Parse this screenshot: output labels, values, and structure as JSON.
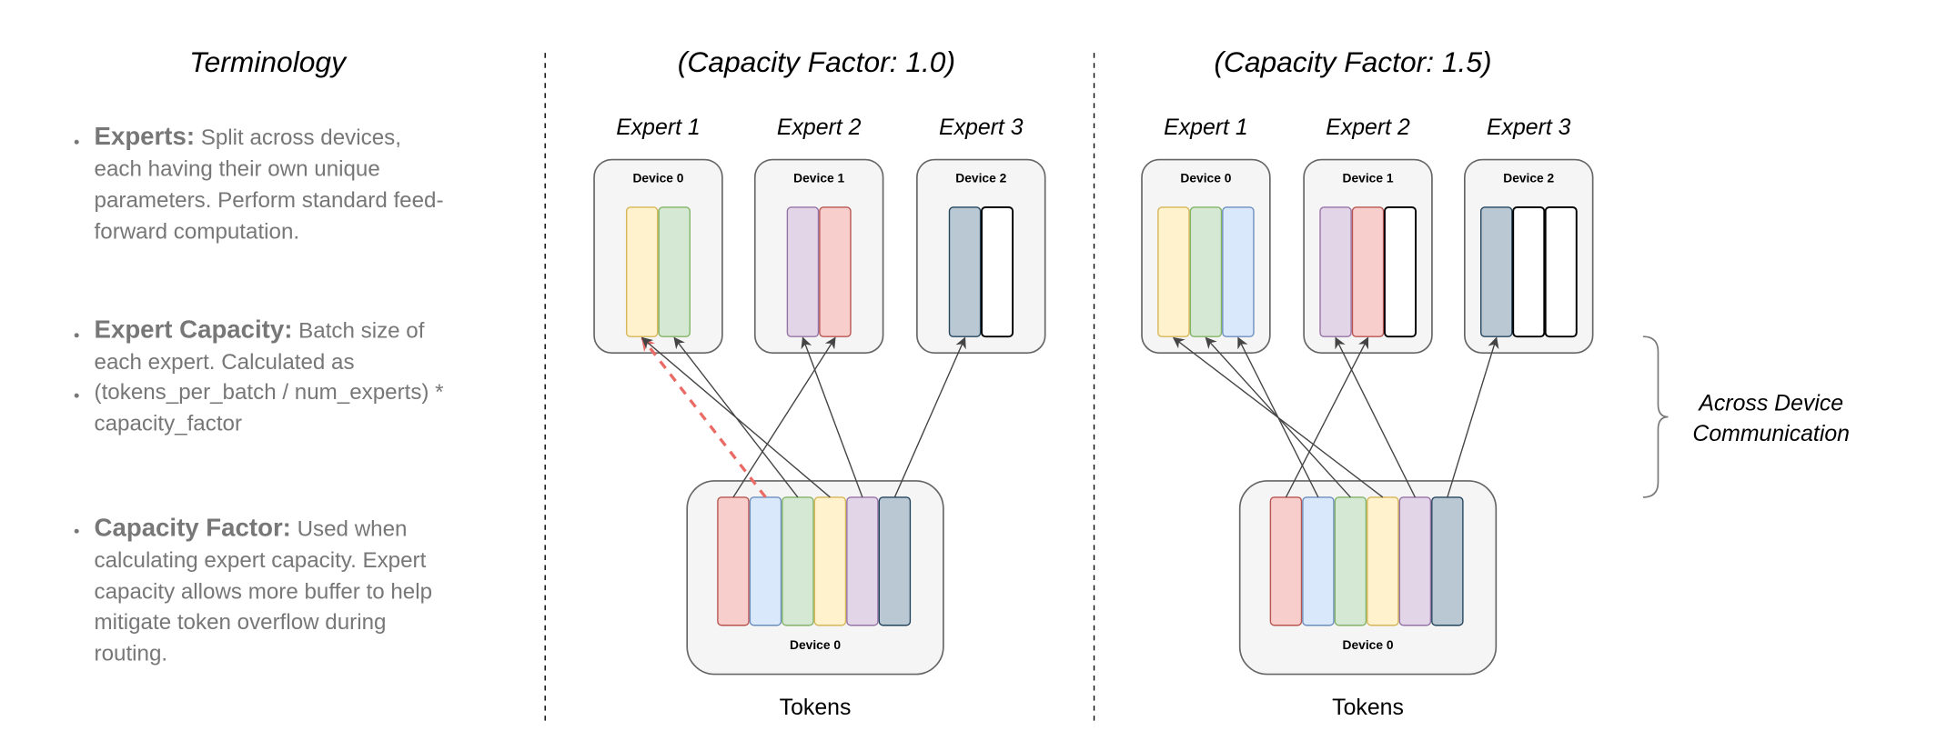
{
  "terminology": {
    "title": "Terminology",
    "items": [
      {
        "term": "Experts:",
        "lines": [
          " Split across devices,",
          "each having their own unique",
          "parameters. Perform standard feed-",
          "forward computation."
        ]
      },
      {
        "term": "Expert Capacity:",
        "lines": [
          " Batch size of",
          "each expert. Calculated as",
          "(tokens_per_batch / num_experts) *",
          "capacity_factor"
        ]
      },
      {
        "term": "Capacity Factor:",
        "lines": [
          " Used when",
          "calculating expert capacity. Expert",
          "capacity allows more buffer to help",
          "mitigate token overflow during",
          "routing."
        ]
      }
    ]
  },
  "colors": {
    "red": {
      "fill": "#f8cecc",
      "stroke": "#b85450"
    },
    "blue": {
      "fill": "#dae8fc",
      "stroke": "#6c8ebf"
    },
    "green": {
      "fill": "#d5e8d4",
      "stroke": "#82b366"
    },
    "yellow": {
      "fill": "#fff2cc",
      "stroke": "#d6b656"
    },
    "purple": {
      "fill": "#e1d5e7",
      "stroke": "#9673a6"
    },
    "navy": {
      "fill": "#bac8d3",
      "stroke": "#23445d"
    },
    "empty": {
      "fill": "#ffffff",
      "stroke": "#000000"
    },
    "dropped_route": "#ea6b66"
  },
  "panels": [
    {
      "title": "(Capacity Factor: 1.0)",
      "capacity_factor": 1.0,
      "experts": [
        {
          "label": "Expert 1",
          "device": "Device 0",
          "slots": [
            "yellow",
            "green"
          ]
        },
        {
          "label": "Expert 2",
          "device": "Device 1",
          "slots": [
            "purple",
            "red"
          ]
        },
        {
          "label": "Expert 3",
          "device": "Device 2",
          "slots": [
            "navy",
            "empty"
          ]
        }
      ],
      "tokens": {
        "device": "Device 0",
        "label": "Tokens",
        "slots": [
          "red",
          "blue",
          "green",
          "yellow",
          "purple",
          "navy"
        ]
      },
      "routes": [
        {
          "token": 0,
          "expert": 1,
          "slot": 1,
          "dropped": false
        },
        {
          "token": 1,
          "expert": 0,
          "slot": 0,
          "dropped": true
        },
        {
          "token": 2,
          "expert": 0,
          "slot": 1,
          "dropped": false
        },
        {
          "token": 3,
          "expert": 0,
          "slot": 0,
          "dropped": false
        },
        {
          "token": 4,
          "expert": 1,
          "slot": 0,
          "dropped": false
        },
        {
          "token": 5,
          "expert": 2,
          "slot": 0,
          "dropped": false
        }
      ]
    },
    {
      "title": "(Capacity Factor: 1.5)",
      "capacity_factor": 1.5,
      "experts": [
        {
          "label": "Expert 1",
          "device": "Device 0",
          "slots": [
            "yellow",
            "green",
            "blue"
          ]
        },
        {
          "label": "Expert 2",
          "device": "Device 1",
          "slots": [
            "purple",
            "red",
            "empty"
          ]
        },
        {
          "label": "Expert 3",
          "device": "Device 2",
          "slots": [
            "navy",
            "empty",
            "empty"
          ]
        }
      ],
      "tokens": {
        "device": "Device 0",
        "label": "Tokens",
        "slots": [
          "red",
          "blue",
          "green",
          "yellow",
          "purple",
          "navy"
        ]
      },
      "routes": [
        {
          "token": 0,
          "expert": 1,
          "slot": 1,
          "dropped": false
        },
        {
          "token": 1,
          "expert": 0,
          "slot": 2,
          "dropped": false
        },
        {
          "token": 2,
          "expert": 0,
          "slot": 1,
          "dropped": false
        },
        {
          "token": 3,
          "expert": 0,
          "slot": 0,
          "dropped": false
        },
        {
          "token": 4,
          "expert": 1,
          "slot": 0,
          "dropped": false
        },
        {
          "token": 5,
          "expert": 2,
          "slot": 0,
          "dropped": false
        }
      ]
    }
  ],
  "annotation": {
    "lines": [
      "Across Device",
      "Communication"
    ]
  }
}
